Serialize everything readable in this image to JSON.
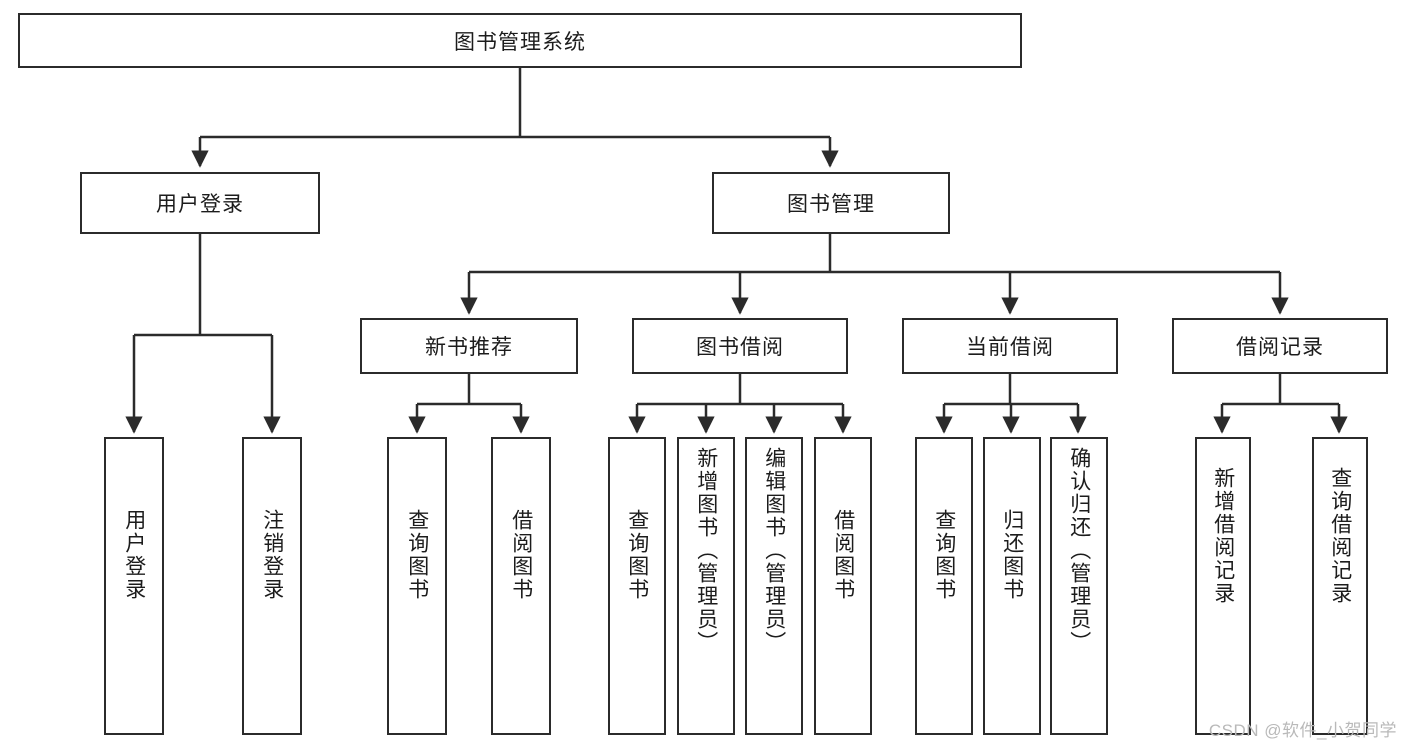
{
  "diagram": {
    "type": "tree-hierarchy",
    "title": "图书管理系统",
    "watermark": "CSDN @软件_小贺同学",
    "colors": {
      "box_border": "#2b2b2b",
      "box_fill": "#ffffff",
      "connector": "#2b2b2b",
      "text": "#1c1c1c",
      "watermark": "#b9b9b9"
    },
    "root": {
      "label": "图书管理系统"
    },
    "level2": [
      {
        "label": "用户登录"
      },
      {
        "label": "图书管理"
      }
    ],
    "level3": [
      {
        "label": "新书推荐"
      },
      {
        "label": "图书借阅"
      },
      {
        "label": "当前借阅"
      },
      {
        "label": "借阅记录"
      }
    ],
    "leaves": {
      "user_login": [
        {
          "label": "用户登录"
        },
        {
          "label": "注销登录"
        }
      ],
      "new_book": [
        {
          "label": "查询图书"
        },
        {
          "label": "借阅图书"
        }
      ],
      "book_borrow": [
        {
          "label": "查询图书"
        },
        {
          "label": "新增图书（管理员）"
        },
        {
          "label": "编辑图书（管理员）"
        },
        {
          "label": "借阅图书"
        }
      ],
      "current_borrow": [
        {
          "label": "查询图书"
        },
        {
          "label": "归还图书"
        },
        {
          "label": "确认归还（管理员）"
        }
      ],
      "borrow_record": [
        {
          "label": "新增借阅记录"
        },
        {
          "label": "查询借阅记录"
        }
      ]
    }
  }
}
